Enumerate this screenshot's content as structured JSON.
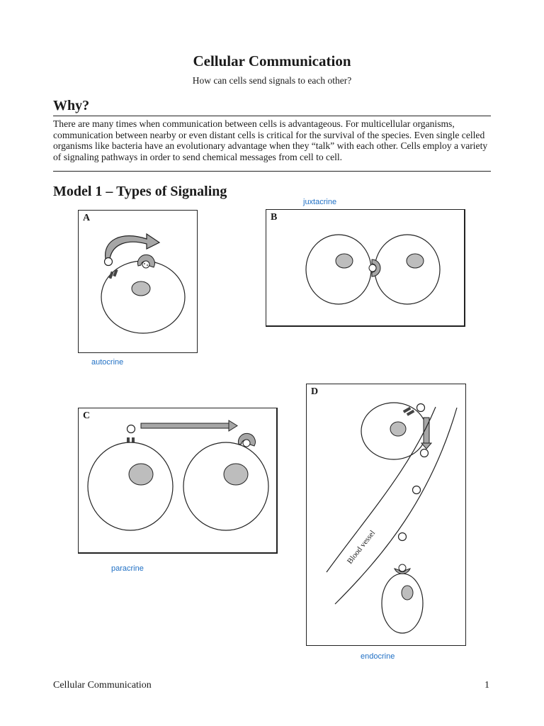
{
  "title": "Cellular Communication",
  "subtitle": "How can cells send signals to each other?",
  "why": {
    "heading": "Why?",
    "paragraph": "There are many times when communication between cells is advantageous. For multicellular organisms, communication between nearby or even distant cells is critical for the survival of the species. Even single celled organisms like bacteria have an evolutionary advantage when they “talk” with each other. Cells employ a variety of signaling pathways in order to send chemical messages from cell to cell."
  },
  "model": {
    "heading": "Model 1 – Types of Signaling",
    "panels": {
      "a": {
        "letter": "A",
        "caption": "autocrine"
      },
      "b": {
        "letter": "B",
        "caption": "juxtacrine"
      },
      "c": {
        "letter": "C",
        "caption": "paracrine"
      },
      "d": {
        "letter": "D",
        "caption": "endocrine",
        "vessel_label": "Blood vessel"
      }
    }
  },
  "footer": {
    "left": "Cellular Communication",
    "page_number": "1"
  },
  "colors": {
    "nucleus": "#bdbdbd",
    "arrow": "#a6a6a6",
    "caption": "#1f6fc4"
  }
}
